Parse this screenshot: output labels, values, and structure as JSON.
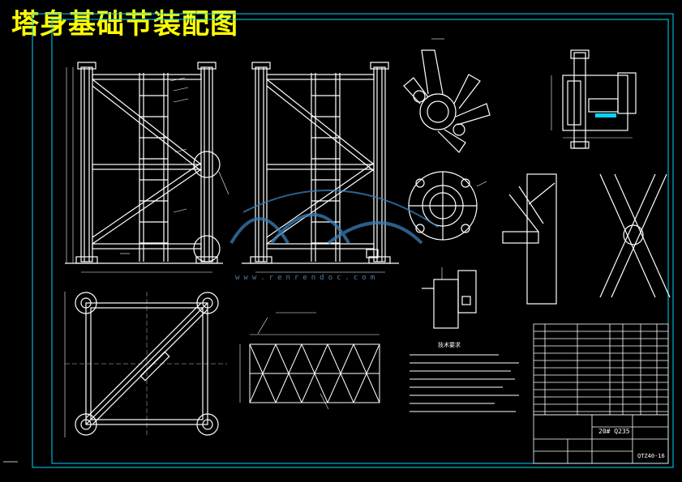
{
  "title": "塔身基础节装配图",
  "notes_heading": "技术要求",
  "watermark": "www.renrendoc.com",
  "title_block": {
    "material": "20# Q235",
    "drawing_no": "QTZ40-16"
  },
  "colors": {
    "background": "#000000",
    "frame": "#00d5ff",
    "structure": "#ffffff",
    "dimension": "#ffffff",
    "title_text": "#ffff00",
    "detail_circle": "#ffffff"
  }
}
